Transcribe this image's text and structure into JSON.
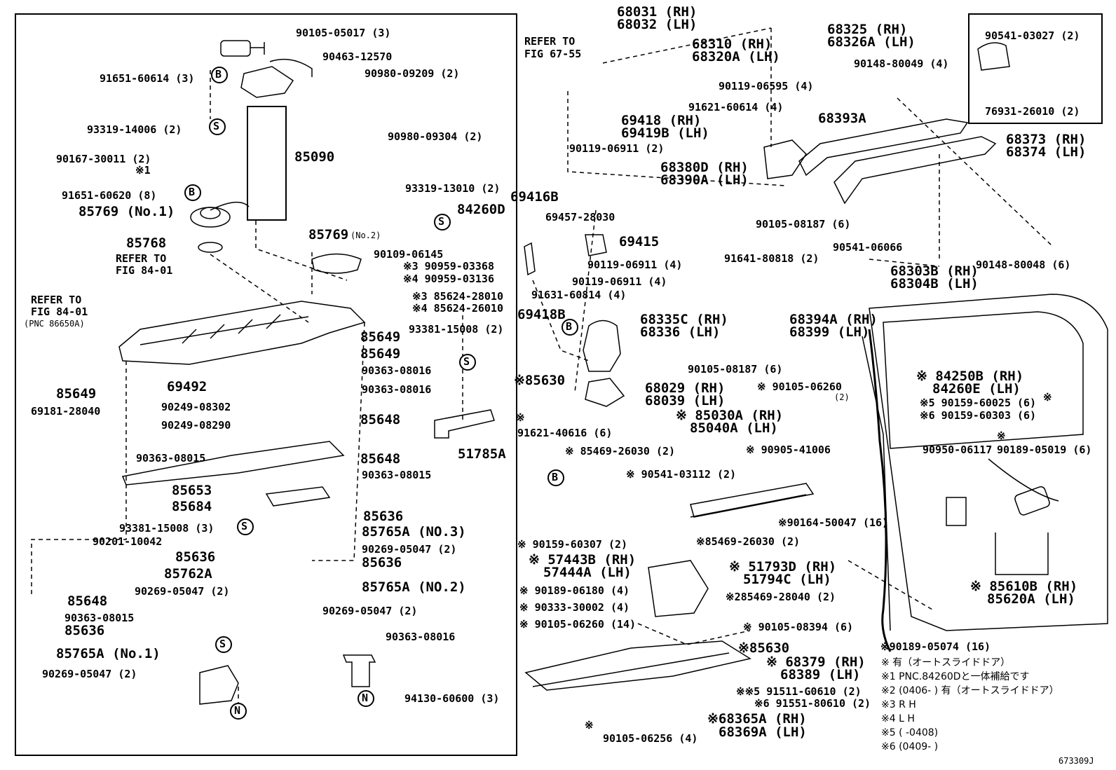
{
  "labels_left": [
    {
      "id": "l1",
      "text": "90105-05017 (3)"
    },
    {
      "id": "l2",
      "text": "90463-12570"
    },
    {
      "id": "l3",
      "text": "91651-60614 (3)"
    },
    {
      "id": "l4",
      "text": "90980-09209 (2)"
    },
    {
      "id": "l5",
      "text": "93319-14006 (2)"
    },
    {
      "id": "l6",
      "text": "90980-09304 (2)"
    },
    {
      "id": "l7",
      "text": "90167-30011 (2)"
    },
    {
      "id": "l8",
      "text": "※1"
    },
    {
      "id": "l9",
      "text": "85090"
    },
    {
      "id": "l10",
      "text": "91651-60620 (8)"
    },
    {
      "id": "l11",
      "text": "85769 (No.1)"
    },
    {
      "id": "l12",
      "text": "93319-13010 (2)"
    },
    {
      "id": "l13",
      "text": "84260D"
    },
    {
      "id": "l14",
      "text": "85768"
    },
    {
      "id": "l15",
      "text": "85769"
    },
    {
      "id": "l15b",
      "text": "(No.2)"
    },
    {
      "id": "l16",
      "text": "REFER TO"
    },
    {
      "id": "l17",
      "text": "FIG 84-01"
    },
    {
      "id": "l18",
      "text": "90109-06145"
    },
    {
      "id": "l19",
      "text": "※3 90959-03368"
    },
    {
      "id": "l20",
      "text": "※4 90959-03136"
    },
    {
      "id": "l21",
      "text": "※3 85624-28010"
    },
    {
      "id": "l22",
      "text": "※4 85624-26010"
    },
    {
      "id": "l23",
      "text": "REFER TO"
    },
    {
      "id": "l24",
      "text": "FIG 84-01"
    },
    {
      "id": "l25",
      "text": "(PNC 86650A)"
    },
    {
      "id": "l26",
      "text": "85649"
    },
    {
      "id": "l27",
      "text": "85649"
    },
    {
      "id": "l28",
      "text": "93381-15008 (2)"
    },
    {
      "id": "l29",
      "text": "90363-08016"
    },
    {
      "id": "l30",
      "text": "85649"
    },
    {
      "id": "l31",
      "text": "69492"
    },
    {
      "id": "l32",
      "text": "90363-08016"
    },
    {
      "id": "l33",
      "text": "69181-28040"
    },
    {
      "id": "l34",
      "text": "90249-08302"
    },
    {
      "id": "l35",
      "text": "90249-08290"
    },
    {
      "id": "l36",
      "text": "85648"
    },
    {
      "id": "l37",
      "text": "51785A"
    },
    {
      "id": "l38",
      "text": "90363-08015"
    },
    {
      "id": "l39",
      "text": "85648"
    },
    {
      "id": "l40",
      "text": "90363-08015"
    },
    {
      "id": "l41",
      "text": "85653"
    },
    {
      "id": "l42",
      "text": "85684"
    },
    {
      "id": "l43",
      "text": "85636"
    },
    {
      "id": "l44",
      "text": "93381-15008 (3)"
    },
    {
      "id": "l45",
      "text": "85765A (NO.3)"
    },
    {
      "id": "l46",
      "text": "90201-10042"
    },
    {
      "id": "l47",
      "text": "90269-05047 (2)"
    },
    {
      "id": "l48",
      "text": "85636"
    },
    {
      "id": "l49",
      "text": "85636"
    },
    {
      "id": "l50",
      "text": "85762A"
    },
    {
      "id": "l51",
      "text": "85765A (NO.2)"
    },
    {
      "id": "l52",
      "text": "90269-05047 (2)"
    },
    {
      "id": "l53",
      "text": "85648"
    },
    {
      "id": "l54",
      "text": "90269-05047 (2)"
    },
    {
      "id": "l55",
      "text": "90363-08015"
    },
    {
      "id": "l56",
      "text": "85636"
    },
    {
      "id": "l57",
      "text": "90363-08016"
    },
    {
      "id": "l58",
      "text": "85765A (No.1)"
    },
    {
      "id": "l59",
      "text": "90269-05047 (2)"
    },
    {
      "id": "l60",
      "text": "94130-60600 (3)"
    }
  ],
  "labels_right": [
    {
      "id": "r1",
      "text": "68031 (RH)"
    },
    {
      "id": "r2",
      "text": "68032 (LH)"
    },
    {
      "id": "r3",
      "text": "68325 (RH)"
    },
    {
      "id": "r4",
      "text": "68326A (LH)"
    },
    {
      "id": "r5",
      "text": "REFER TO"
    },
    {
      "id": "r6",
      "text": "FIG 67-55"
    },
    {
      "id": "r7",
      "text": "68310 (RH)"
    },
    {
      "id": "r8",
      "text": "68320A (LH)"
    },
    {
      "id": "r9",
      "text": "90541-03027 (2)"
    },
    {
      "id": "r10",
      "text": "90148-80049 (4)"
    },
    {
      "id": "r11",
      "text": "90119-06595 (4)"
    },
    {
      "id": "r12",
      "text": "91621-60614 (4)"
    },
    {
      "id": "r13",
      "text": "76931-26010 (2)"
    },
    {
      "id": "r14",
      "text": "69418 (RH)"
    },
    {
      "id": "r15",
      "text": "69419B (LH)"
    },
    {
      "id": "r16",
      "text": "68393A"
    },
    {
      "id": "r17",
      "text": "68373 (RH)"
    },
    {
      "id": "r18",
      "text": "68374 (LH)"
    },
    {
      "id": "r19",
      "text": "90119-06911 (2)"
    },
    {
      "id": "r20",
      "text": "68380D (RH)"
    },
    {
      "id": "r21",
      "text": "68390A (LH)"
    },
    {
      "id": "r22",
      "text": "69416B"
    },
    {
      "id": "r23",
      "text": "69457-28030"
    },
    {
      "id": "r24",
      "text": "69415"
    },
    {
      "id": "r25",
      "text": "90105-08187 (6)"
    },
    {
      "id": "r26",
      "text": "90541-06066"
    },
    {
      "id": "r27",
      "text": "90119-06911 (4)"
    },
    {
      "id": "r28",
      "text": "91641-80818 (2)"
    },
    {
      "id": "r29",
      "text": "90119-06911 (4)"
    },
    {
      "id": "r30",
      "text": "68303B (RH)"
    },
    {
      "id": "r31",
      "text": "68304B (LH)"
    },
    {
      "id": "r32",
      "text": "90148-80048 (6)"
    },
    {
      "id": "r33",
      "text": "91631-60814 (4)"
    },
    {
      "id": "r34",
      "text": "69418B"
    },
    {
      "id": "r35",
      "text": "68335C (RH)"
    },
    {
      "id": "r36",
      "text": "68336 (LH)"
    },
    {
      "id": "r37",
      "text": "68394A (RH)"
    },
    {
      "id": "r38",
      "text": "68399 (LH)"
    },
    {
      "id": "r39",
      "text": "90105-08187 (6)"
    },
    {
      "id": "r40",
      "text": "※85630"
    },
    {
      "id": "r41",
      "text": "68029 (RH)"
    },
    {
      "id": "r42",
      "text": "68039 (LH)"
    },
    {
      "id": "r43",
      "text": "※ 90105-06260"
    },
    {
      "id": "r44",
      "text": "(2)"
    },
    {
      "id": "r45",
      "text": "※ 84250B (RH)"
    },
    {
      "id": "r46",
      "text": "84260E (LH)"
    },
    {
      "id": "r47",
      "text": "※5 90159-60025 (6)"
    },
    {
      "id": "r48",
      "text": "※6 90159-60303 (6)"
    },
    {
      "id": "r49",
      "text": "※"
    },
    {
      "id": "r50",
      "text": "※"
    },
    {
      "id": "r51",
      "text": "※ 85030A (RH)"
    },
    {
      "id": "r52",
      "text": "85040A (LH)"
    },
    {
      "id": "r53",
      "text": "91621-40616 (6)"
    },
    {
      "id": "r54",
      "text": "※ 85469-26030 (2)"
    },
    {
      "id": "r55",
      "text": "※ 90905-41006"
    },
    {
      "id": "r56",
      "text": "90950-06117"
    },
    {
      "id": "r57",
      "text": "※"
    },
    {
      "id": "r58",
      "text": "90189-05019 (6)"
    },
    {
      "id": "r59",
      "text": "※ 90541-03112 (2)"
    },
    {
      "id": "r60",
      "text": "※90164-50047 (16)"
    },
    {
      "id": "r61",
      "text": "※ 90159-60307 (2)"
    },
    {
      "id": "r62",
      "text": "※85469-26030 (2)"
    },
    {
      "id": "r63",
      "text": "※ 57443B (RH)"
    },
    {
      "id": "r64",
      "text": "57444A (LH)"
    },
    {
      "id": "r65",
      "text": "※ 51793D (RH)"
    },
    {
      "id": "r66",
      "text": "51794C (LH)"
    },
    {
      "id": "r67",
      "text": "※ 90189-06180 (4)"
    },
    {
      "id": "r68",
      "text": "※285469-28040 (2)"
    },
    {
      "id": "r69",
      "text": "※ 85610B (RH)"
    },
    {
      "id": "r70",
      "text": "85620A (LH)"
    },
    {
      "id": "r71",
      "text": "※ 90333-30002 (4)"
    },
    {
      "id": "r72",
      "text": "※ 90105-06260 (14)"
    },
    {
      "id": "r73",
      "text": "※ 90105-08394 (6)"
    },
    {
      "id": "r74",
      "text": "※90189-05074 (16)"
    },
    {
      "id": "r75",
      "text": "※85630"
    },
    {
      "id": "r76",
      "text": "※ 68379 (RH)"
    },
    {
      "id": "r77",
      "text": "68389 (LH)"
    },
    {
      "id": "r78",
      "text": "※※5 91511-G0610 (2)"
    },
    {
      "id": "r79",
      "text": "※6 91551-80610 (2)"
    },
    {
      "id": "r80",
      "text": "※68365A (RH)"
    },
    {
      "id": "r81",
      "text": "68369A (LH)"
    },
    {
      "id": "r82",
      "text": "※"
    },
    {
      "id": "r83",
      "text": "90105-06256 (4)"
    }
  ],
  "notes": [
    {
      "id": "n1",
      "text": "※  有（オートスライドドア）"
    },
    {
      "id": "n2",
      "text": "※1 PNC.84260Dと一体補給です"
    },
    {
      "id": "n3",
      "text": "※2 (0406-      ) 有（オートスライドドア）"
    },
    {
      "id": "n4",
      "text": "※3  R H"
    },
    {
      "id": "n5",
      "text": "※4  L H"
    },
    {
      "id": "n6",
      "text": "※5 (       -0408)"
    },
    {
      "id": "n7",
      "text": "※6 (0409-       )"
    }
  ],
  "figure_code": "673309J",
  "markers": {
    "B": "B",
    "S": "S",
    "N": "N"
  }
}
